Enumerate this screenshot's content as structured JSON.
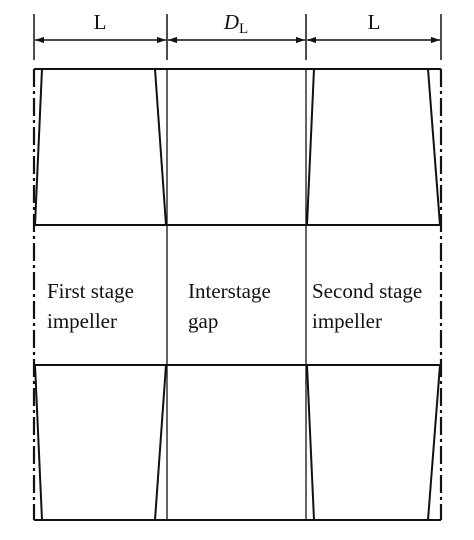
{
  "dimensions": {
    "left_label": "L",
    "middle_label_main": "D",
    "middle_label_sub": "L",
    "right_label": "L"
  },
  "regions": {
    "first": {
      "line1": "First stage",
      "line2": "impeller"
    },
    "gap": {
      "line1": "Interstage",
      "line2": "gap"
    },
    "second": {
      "line1": "Second stage",
      "line2": "impeller"
    }
  },
  "colors": {
    "stroke": "#111111"
  }
}
